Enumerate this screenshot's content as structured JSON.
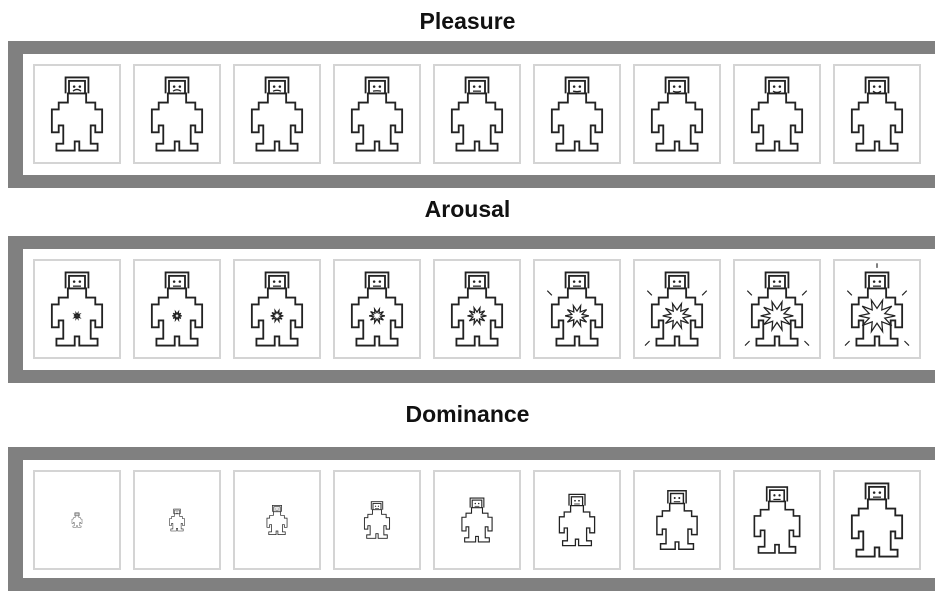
{
  "sections": [
    {
      "title": "Pleasure",
      "kind": "pleasure",
      "levels": 9,
      "mouth_curvature": [
        -1,
        -0.8,
        -0.5,
        -0.25,
        0,
        0.25,
        0.5,
        0.75,
        1
      ]
    },
    {
      "title": "Arousal",
      "kind": "arousal",
      "levels": 9,
      "burst_intensity": [
        0.05,
        0.15,
        0.25,
        0.35,
        0.45,
        0.6,
        0.75,
        0.88,
        1
      ]
    },
    {
      "title": "Dominance",
      "kind": "dominance",
      "levels": 9,
      "figure_scale": [
        0.2,
        0.3,
        0.4,
        0.5,
        0.6,
        0.7,
        0.8,
        0.9,
        1.0
      ]
    }
  ],
  "colors": {
    "band": "#808080",
    "cell_border": "#d4d4d4",
    "figure_stroke": "#222222"
  }
}
